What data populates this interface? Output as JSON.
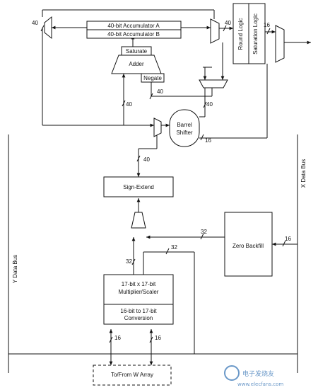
{
  "blocks": {
    "acc_a": "40-bit Accumulator A",
    "acc_b": "40-bit Accumulator B",
    "saturate": "Saturate",
    "adder": "Adder",
    "negate": "Negate",
    "round_logic": "Round Logic",
    "saturation_logic": "Saturation Logic",
    "barrel_line1": "Barrel",
    "barrel_line2": "Shifter",
    "sign_extend": "Sign-Extend",
    "zero_backfill": "Zero Backfill",
    "mult_line1": "17-bit x 17-bit",
    "mult_line2": "Multiplier/Scaler",
    "conv_line1": "16-bit to 17-bit",
    "conv_line2": "Conversion",
    "w_array": "To/From W Array"
  },
  "bus_labels": {
    "y_bus": "Y Data Bus",
    "x_bus": "X Data Bus"
  },
  "widths": {
    "acc_left": "40",
    "acc_right": "40",
    "sat_out": "16",
    "adder_in": "40",
    "negate_in": "40",
    "shift_in": "40",
    "shift_out": "16",
    "sign_ext_in": "40",
    "zb_out": "32",
    "xbus_in": "16",
    "mult_out_a": "32",
    "mult_out_b": "32",
    "w_in": "16",
    "w_out": "16"
  },
  "watermark": {
    "text": "电子发烧友",
    "url": "www.elecfans.com"
  }
}
